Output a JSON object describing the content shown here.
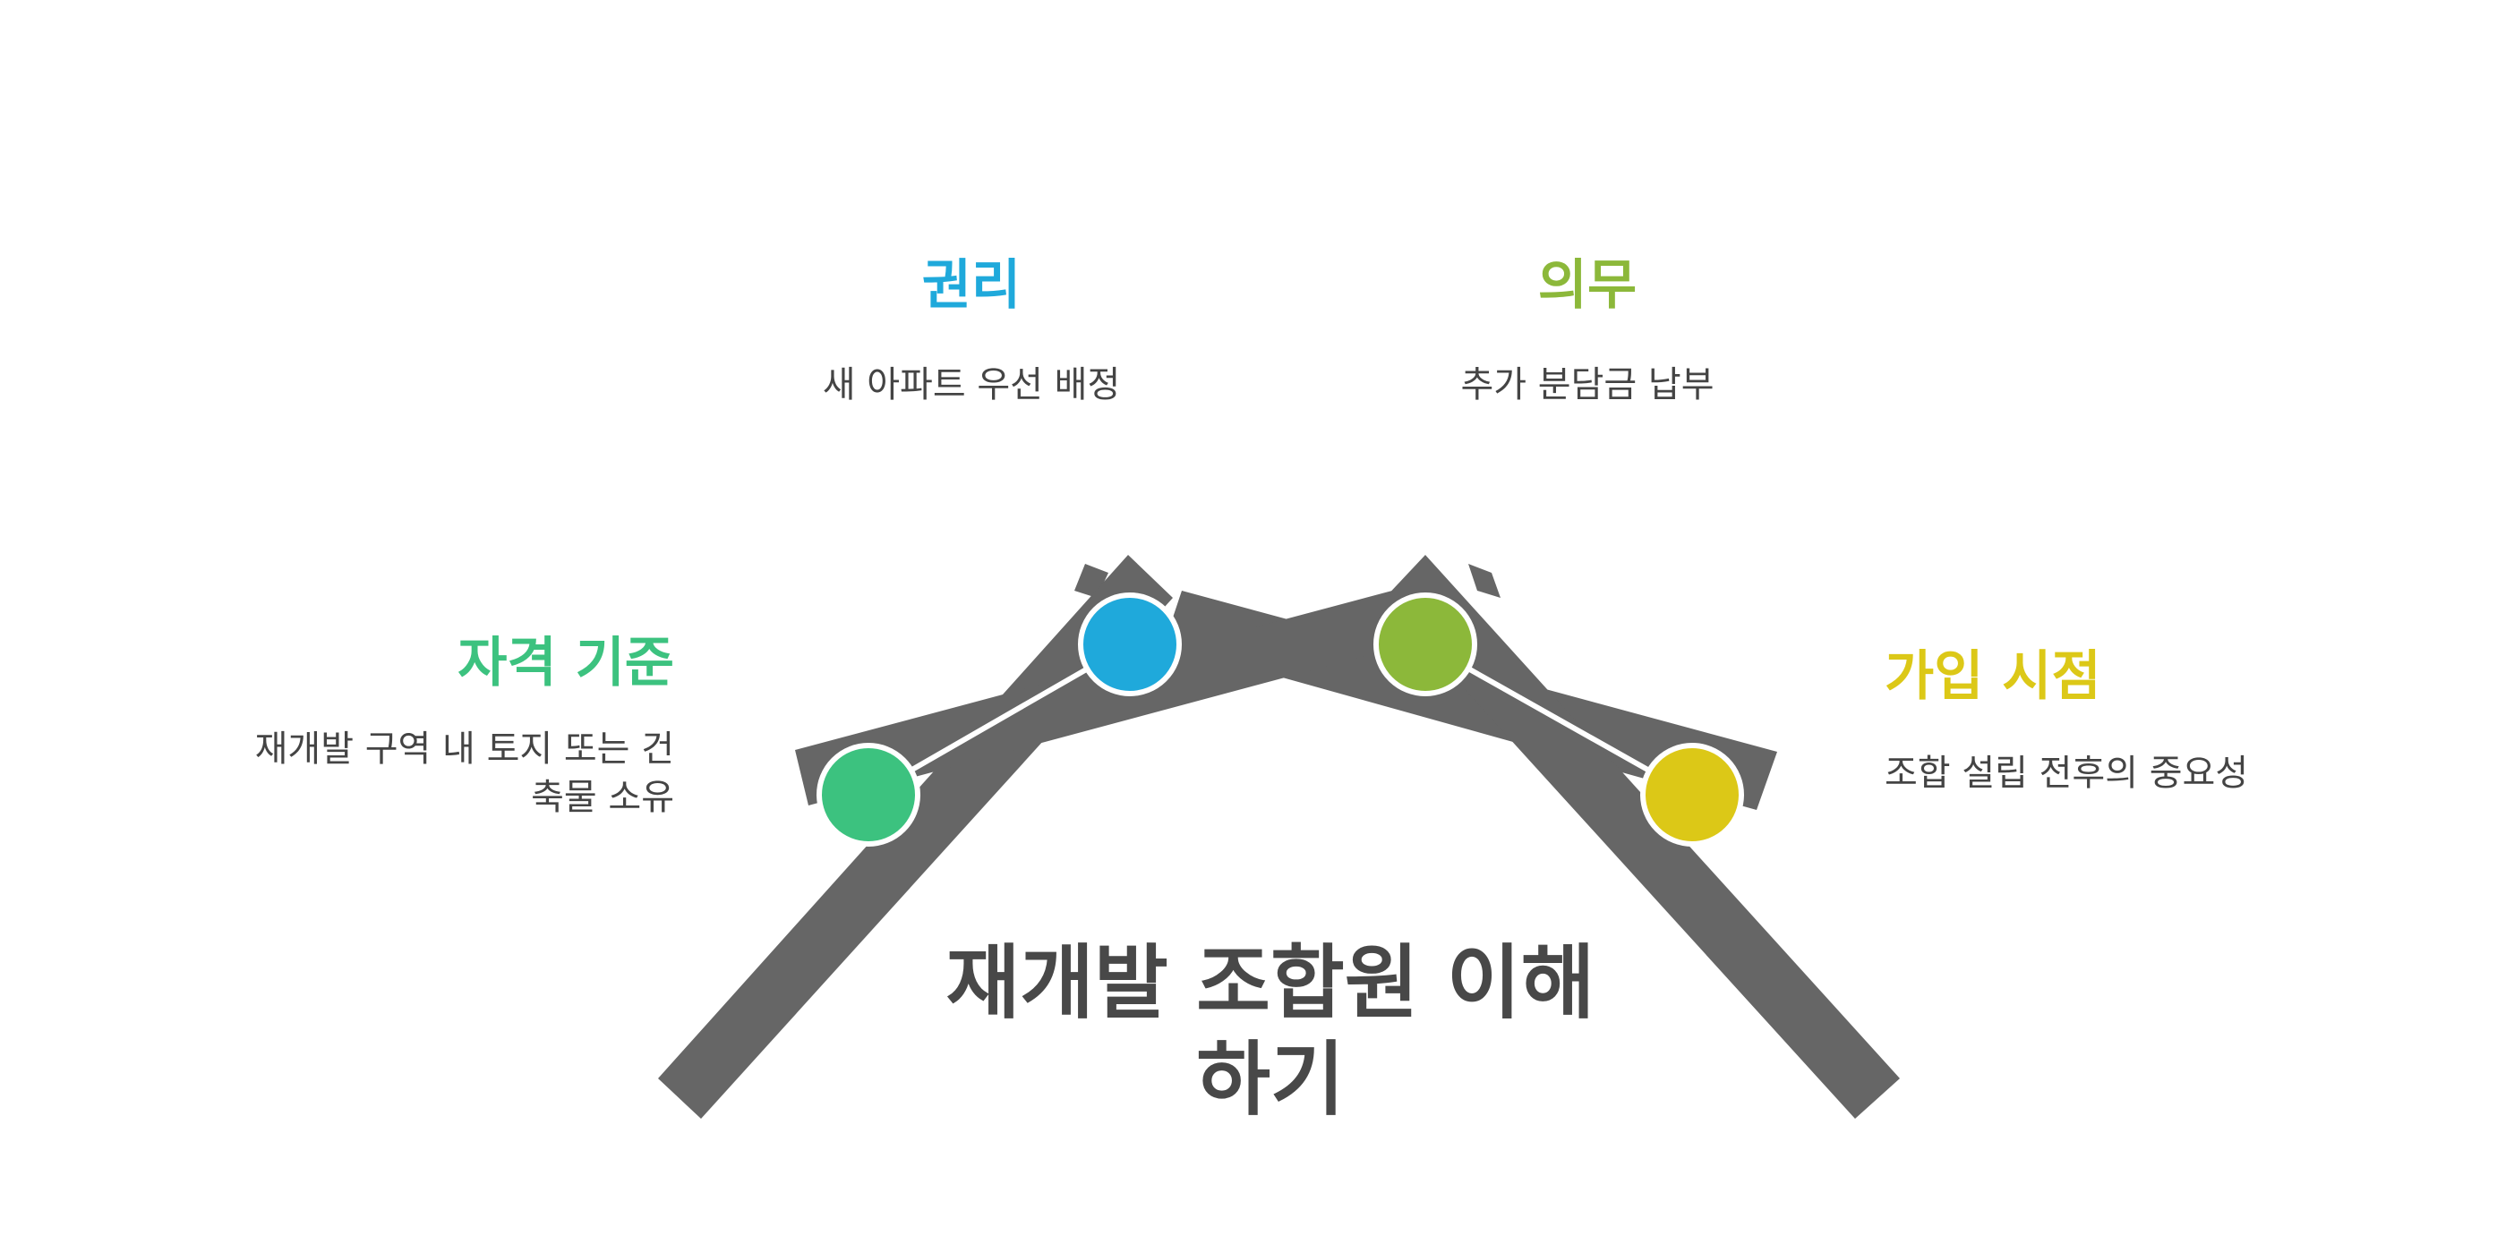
{
  "title": "재개발 조합원 이해하기",
  "colors": {
    "beam": "#666666",
    "rights": "#1fa9db",
    "duties": "#8cb83a",
    "eligibility": "#3cc27f",
    "timing": "#dcc817",
    "title": "#484848",
    "description": "#444444"
  },
  "items": {
    "rights": {
      "heading": "권리",
      "description": "새 아파트 우선 배정",
      "icon": "circle-marker-blue"
    },
    "duties": {
      "heading": "의무",
      "description": "추가 분담금 납부",
      "icon": "circle-marker-green"
    },
    "eligibility": {
      "heading": "자격 기준",
      "description": "재개발 구역 내 토지 또는 건축물 소유",
      "icon": "circle-marker-emerald"
    },
    "timing": {
      "heading": "가입 시점",
      "description": "조합 설립 전후의 중요성",
      "icon": "circle-marker-yellow"
    }
  }
}
